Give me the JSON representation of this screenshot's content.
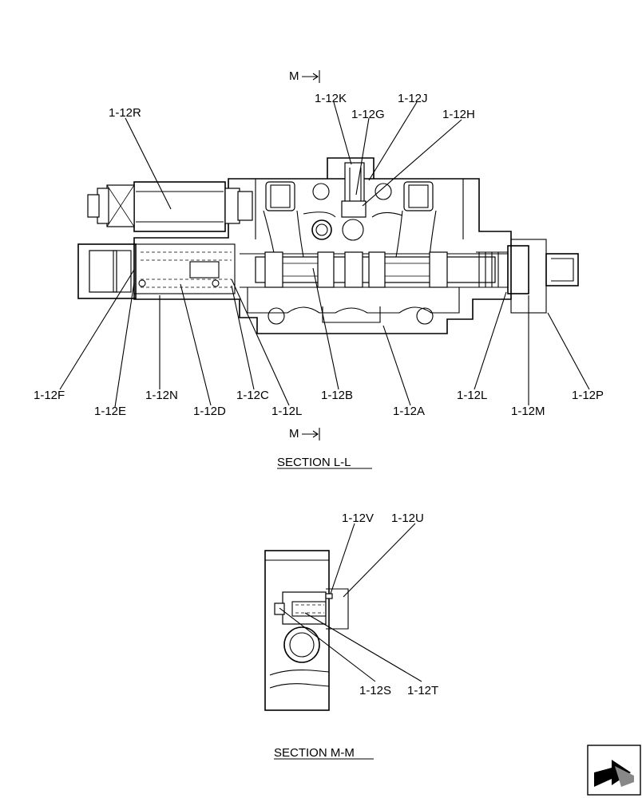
{
  "section_ll": {
    "title": "SECTION  L-L",
    "marker": "M",
    "labels": {
      "r": "1-12R",
      "k": "1-12K",
      "g": "1-12G",
      "j": "1-12J",
      "h": "1-12H",
      "f": "1-12F",
      "e": "1-12E",
      "n": "1-12N",
      "d": "1-12D",
      "c": "1-12C",
      "l1": "1-12L",
      "b": "1-12B",
      "a": "1-12A",
      "l2": "1-12L",
      "m": "1-12M",
      "p": "1-12P"
    }
  },
  "section_mm": {
    "title": "SECTION  M-M",
    "labels": {
      "v": "1-12V",
      "u": "1-12U",
      "s": "1-12S",
      "t": "1-12T"
    }
  },
  "icons": {
    "corner": "next-page-arrow-icon"
  }
}
